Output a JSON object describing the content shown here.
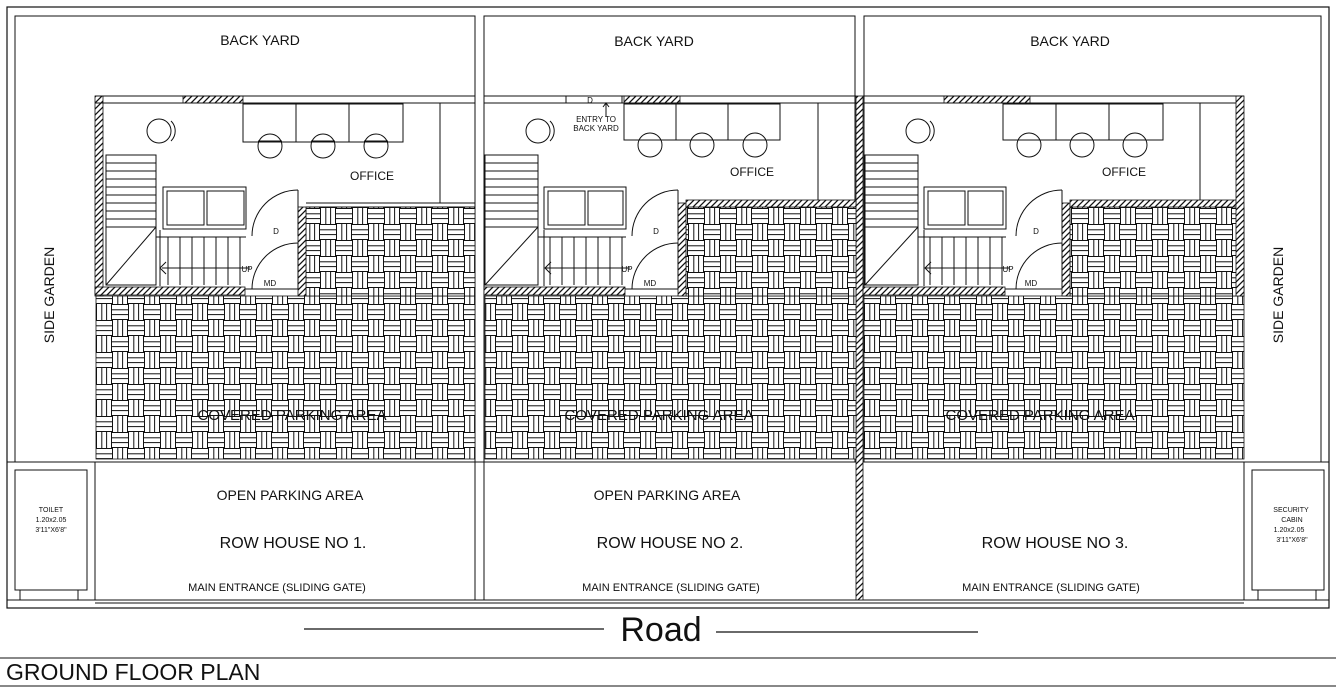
{
  "drawing": {
    "title": "GROUND FLOOR PLAN",
    "road_label": "Road",
    "side_garden_left": "SIDE GARDEN",
    "side_garden_right": "SIDE GARDEN",
    "toilet": {
      "name": "TOILET",
      "size_m": "1.20x2.05",
      "size_ft": "3'11\"X6'8\""
    },
    "security_cabin": {
      "name_line1": "SECURITY",
      "name_line2": "CABIN",
      "size_m": "1.20x2.05",
      "size_ft": "3'11\"X6'8\""
    }
  },
  "houses": [
    {
      "name": "ROW HOUSE NO 1.",
      "back_yard": "BACK YARD",
      "office": "OFFICE",
      "door": "D",
      "main_door": "MD",
      "stair_up": "UP",
      "covered_parking": "COVERED PARKING AREA",
      "open_parking": "OPEN  PARKING AREA",
      "entrance": "MAIN ENTRANCE (SLIDING GATE)"
    },
    {
      "name": "ROW HOUSE NO 2.",
      "back_yard": "BACK YARD",
      "office": "OFFICE",
      "door": "D",
      "main_door": "MD",
      "stair_up": "UP",
      "covered_parking": "COVERED PARKING AREA",
      "open_parking": "OPEN  PARKING AREA",
      "entrance": "MAIN ENTRANCE (SLIDING GATE)",
      "back_door": "D",
      "back_entry_line1": "ENTRY TO",
      "back_entry_line2": "BACK YARD"
    },
    {
      "name": "ROW HOUSE NO 3.",
      "back_yard": "BACK YARD",
      "office": "OFFICE",
      "door": "D",
      "main_door": "MD",
      "stair_up": "UP",
      "covered_parking": "COVERED PARKING AREA",
      "open_parking": "OPEN  PARKING AREA",
      "entrance": "MAIN ENTRANCE (SLIDING GATE)"
    }
  ]
}
